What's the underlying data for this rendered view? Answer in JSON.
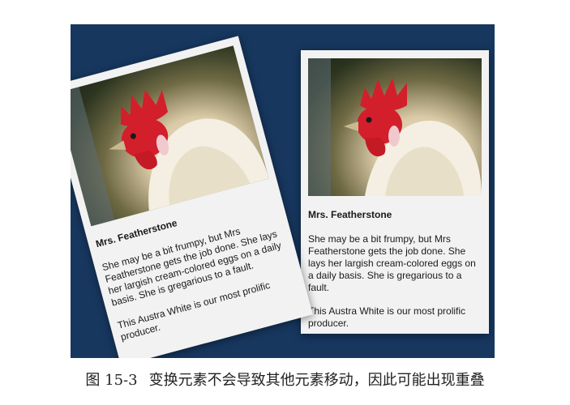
{
  "cards": {
    "left": {
      "title": "Mrs. Featherstone",
      "paragraph1": "She may be a bit frumpy, but Mrs Featherstone gets the job done. She lays her largish cream-colored eggs on a daily basis. She is gregarious to a fault.",
      "paragraph2": "This Austra White is our most prolific producer."
    },
    "right": {
      "title": "Mrs. Featherstone",
      "paragraph1": "She may be a bit frumpy, but Mrs Featherstone gets the job done. She lays her largish cream-colored eggs on a daily basis. She is gregarious to a fault.",
      "paragraph2": "This Austra White is our most prolific producer."
    }
  },
  "caption": {
    "figure_number": "图 15-3",
    "text": "变换元素不会导致其他元素移动，因此可能出现重叠"
  },
  "colors": {
    "stage_background": "#17375f",
    "card_background": "#f2f2f2",
    "comb_red": "#d21f2b",
    "feather_white": "#f4efe2"
  }
}
